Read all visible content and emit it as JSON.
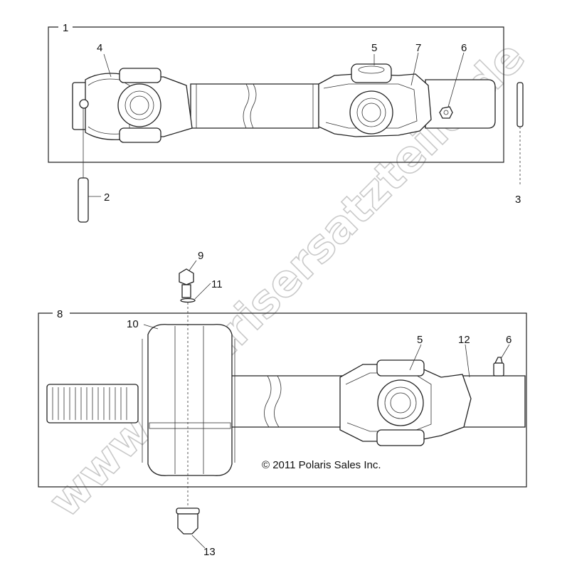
{
  "watermark": "www.polarisersatzteile.de",
  "copyright": "© 2011 Polaris Sales Inc.",
  "callouts": {
    "c1": "1",
    "c2": "2",
    "c3": "3",
    "c4": "4",
    "c5a": "5",
    "c6a": "6",
    "c7": "7",
    "c8": "8",
    "c9": "9",
    "c10": "10",
    "c11": "11",
    "c5b": "5",
    "c6b": "6",
    "c12": "12",
    "c13": "13"
  }
}
